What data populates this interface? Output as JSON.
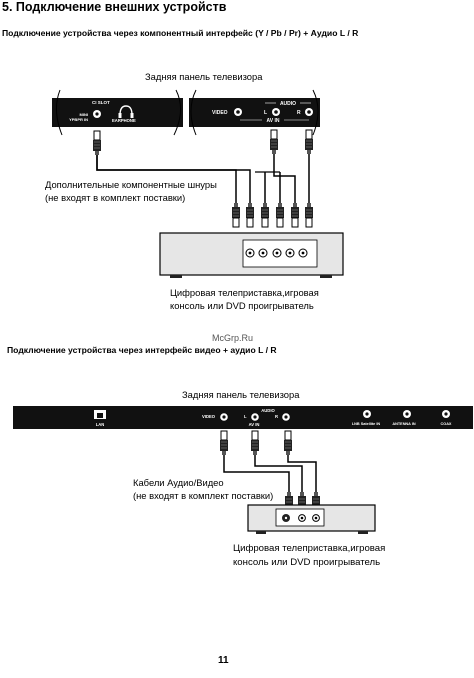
{
  "section_title": "5. Подключение внешних устройств",
  "diagram1": {
    "heading": "Подключение устройства через компонентный интерфейс (Y / Pb / Pr) + Аудио L / R",
    "tv_label": "Задняя панель телевизора",
    "panel_left": {
      "ci_slot": "CI SLOT",
      "mini": "MINI",
      "ypbpr_in": "YPBPR IN",
      "earphone": "EARPHONE"
    },
    "panel_right": {
      "audio": "AUDIO",
      "video": "VIDEO",
      "l": "L",
      "r": "R",
      "av_in": "AV IN"
    },
    "cables_caption": [
      "Дополнительные компонентные шнуры",
      "(не входят в комплект поставки)"
    ],
    "device_caption": [
      "Цифровая телеприставка,игровая",
      "консоль или DVD проигрыватель"
    ]
  },
  "watermark": "McGrp.Ru",
  "diagram2": {
    "heading": "Подключение устройства через интерфейс видео + аудио L / R",
    "tv_label": "Задняя панель телевизора",
    "panel": {
      "lan": "LAN",
      "video": "VIDEO",
      "audio": "AUDIO",
      "l": "L",
      "r": "R",
      "av_in": "AV IN",
      "lnb": "LNB Satellite IN",
      "antenna": "ANTENNA IN",
      "coax": "COAX"
    },
    "cables_caption": [
      "Кабели Аудио/Видео",
      "(не входят в комплект поставки)"
    ],
    "device_caption": [
      "Цифровая телеприставка,игровая",
      "консоль или DVD проигрыватель"
    ]
  },
  "page_number": "11"
}
